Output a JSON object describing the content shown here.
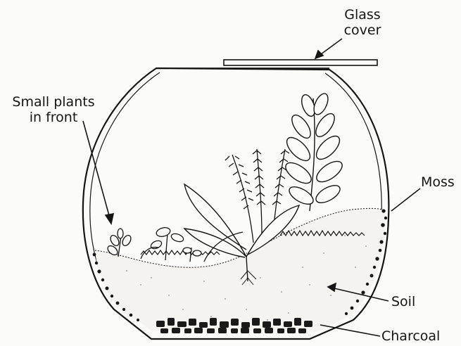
{
  "labels": {
    "glass_cover": [
      "Glass",
      "cover"
    ],
    "small_plants": [
      "Small plants",
      "in front"
    ],
    "moss": "Moss",
    "soil": "Soil",
    "charcoal": "Charcoal"
  },
  "colors": {
    "ink": "#151515",
    "paper": "#fbfbf9",
    "soil_fill": "#f4f3ef"
  }
}
